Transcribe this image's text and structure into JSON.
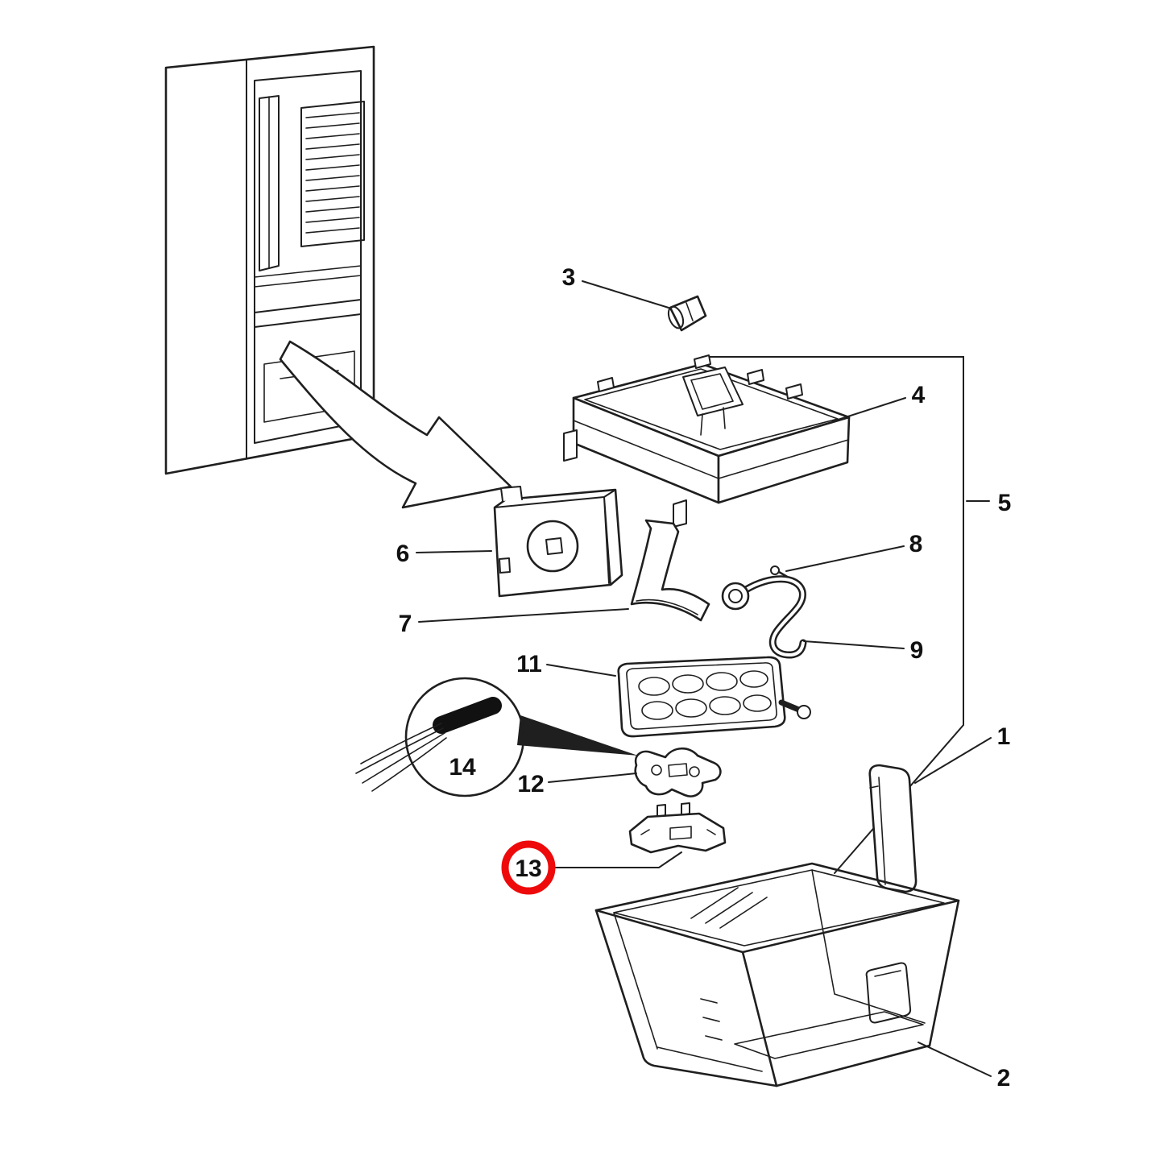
{
  "diagram": {
    "labels": {
      "p1": "1",
      "p2": "2",
      "p3": "3",
      "p4": "4",
      "p5": "5",
      "p6": "6",
      "p7": "7",
      "p8": "8",
      "p9": "9",
      "p11": "11",
      "p12": "12",
      "p13": "13",
      "p14": "14"
    },
    "highlighted_label": "13",
    "colors": {
      "line": "#1f1f1f",
      "highlight": "#ee0a0a",
      "background": "#ffffff"
    }
  }
}
